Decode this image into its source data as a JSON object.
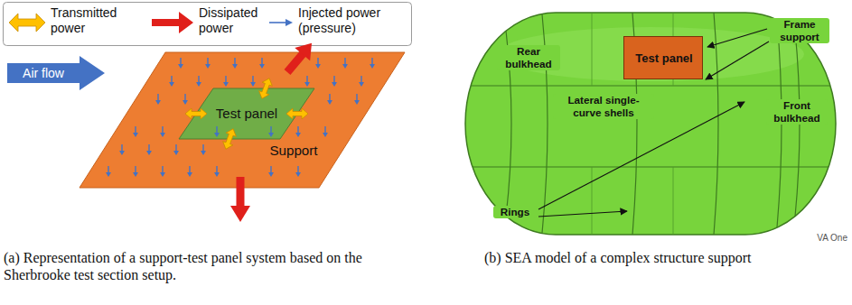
{
  "diagram": {
    "nodes": [
      {
        "text": [
          "Air flow"
        ]
      },
      {
        "text": [
          "Support"
        ]
      },
      {
        "text": [
          "Test panel"
        ],
        "in": 1
      },
      {
        "text": [
          "Test panel"
        ]
      }
    ],
    "labels": [
      "Rear bulkhead",
      "Frame support",
      "Lateral single-curve shells",
      "Front bulkhead",
      "Rings",
      "VA One",
      "(a) Representation of a support-test panel system based on the Sherbrooke test section setup.",
      "(b) SEA model of a complex structure support"
    ],
    "legend": [
      {
        "text": "Transmitted power"
      },
      {
        "text": "Dissipated power"
      },
      {
        "text": "Injected power (pressure)"
      }
    ]
  }
}
